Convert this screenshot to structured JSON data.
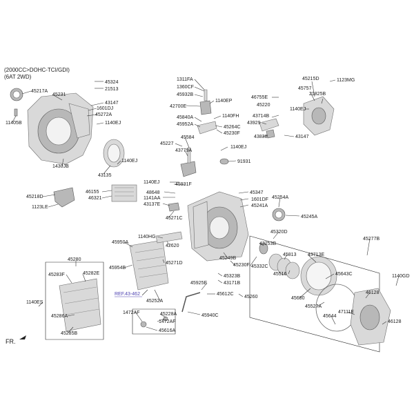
{
  "header": {
    "line1": "(2000CC>DOHC-TCI/GDI)",
    "line2": "(6AT 2WD)"
  },
  "direction_label": "FR.",
  "reference": {
    "label": "REF.43-462"
  },
  "part_labels": [
    "45324",
    "21513",
    "45217A",
    "45231",
    "43147",
    "1601DJ",
    "45272A",
    "11405B",
    "1140EJ",
    "1430JB",
    "43135",
    "1140EJ",
    "45218D",
    "1123LE",
    "46155",
    "46321",
    "1311FA",
    "1360CF",
    "45932B",
    "42700E",
    "1140EP",
    "45840A",
    "45952A",
    "1140FH",
    "45264C",
    "45230F",
    "45584",
    "45227",
    "43779A",
    "1140EJ",
    "91931",
    "46755E",
    "45220",
    "43714B",
    "43929",
    "43838",
    "43147",
    "45215D",
    "1123MG",
    "45757",
    "21825B",
    "1140EJ",
    "1140EJ",
    "45931F",
    "48648",
    "1141AA",
    "43137E",
    "45347",
    "1601DF",
    "45241A",
    "45254A",
    "45245A",
    "45271C",
    "45320D",
    "1140HG",
    "42620",
    "45950A",
    "45954B",
    "45271D",
    "45280",
    "45283F",
    "45282E",
    "1140ES",
    "45286A",
    "45285B",
    "45252A",
    "1472AF",
    "45228A",
    "1472AF",
    "45616A",
    "43253B",
    "45813",
    "43713E",
    "45249B",
    "45230F",
    "45332C",
    "45516",
    "45323B",
    "43171B",
    "45925E",
    "45612C",
    "45260",
    "45940C",
    "45643C",
    "45277B",
    "1140GD",
    "45680",
    "46128",
    "45527A",
    "45644",
    "47111E",
    "46128"
  ]
}
